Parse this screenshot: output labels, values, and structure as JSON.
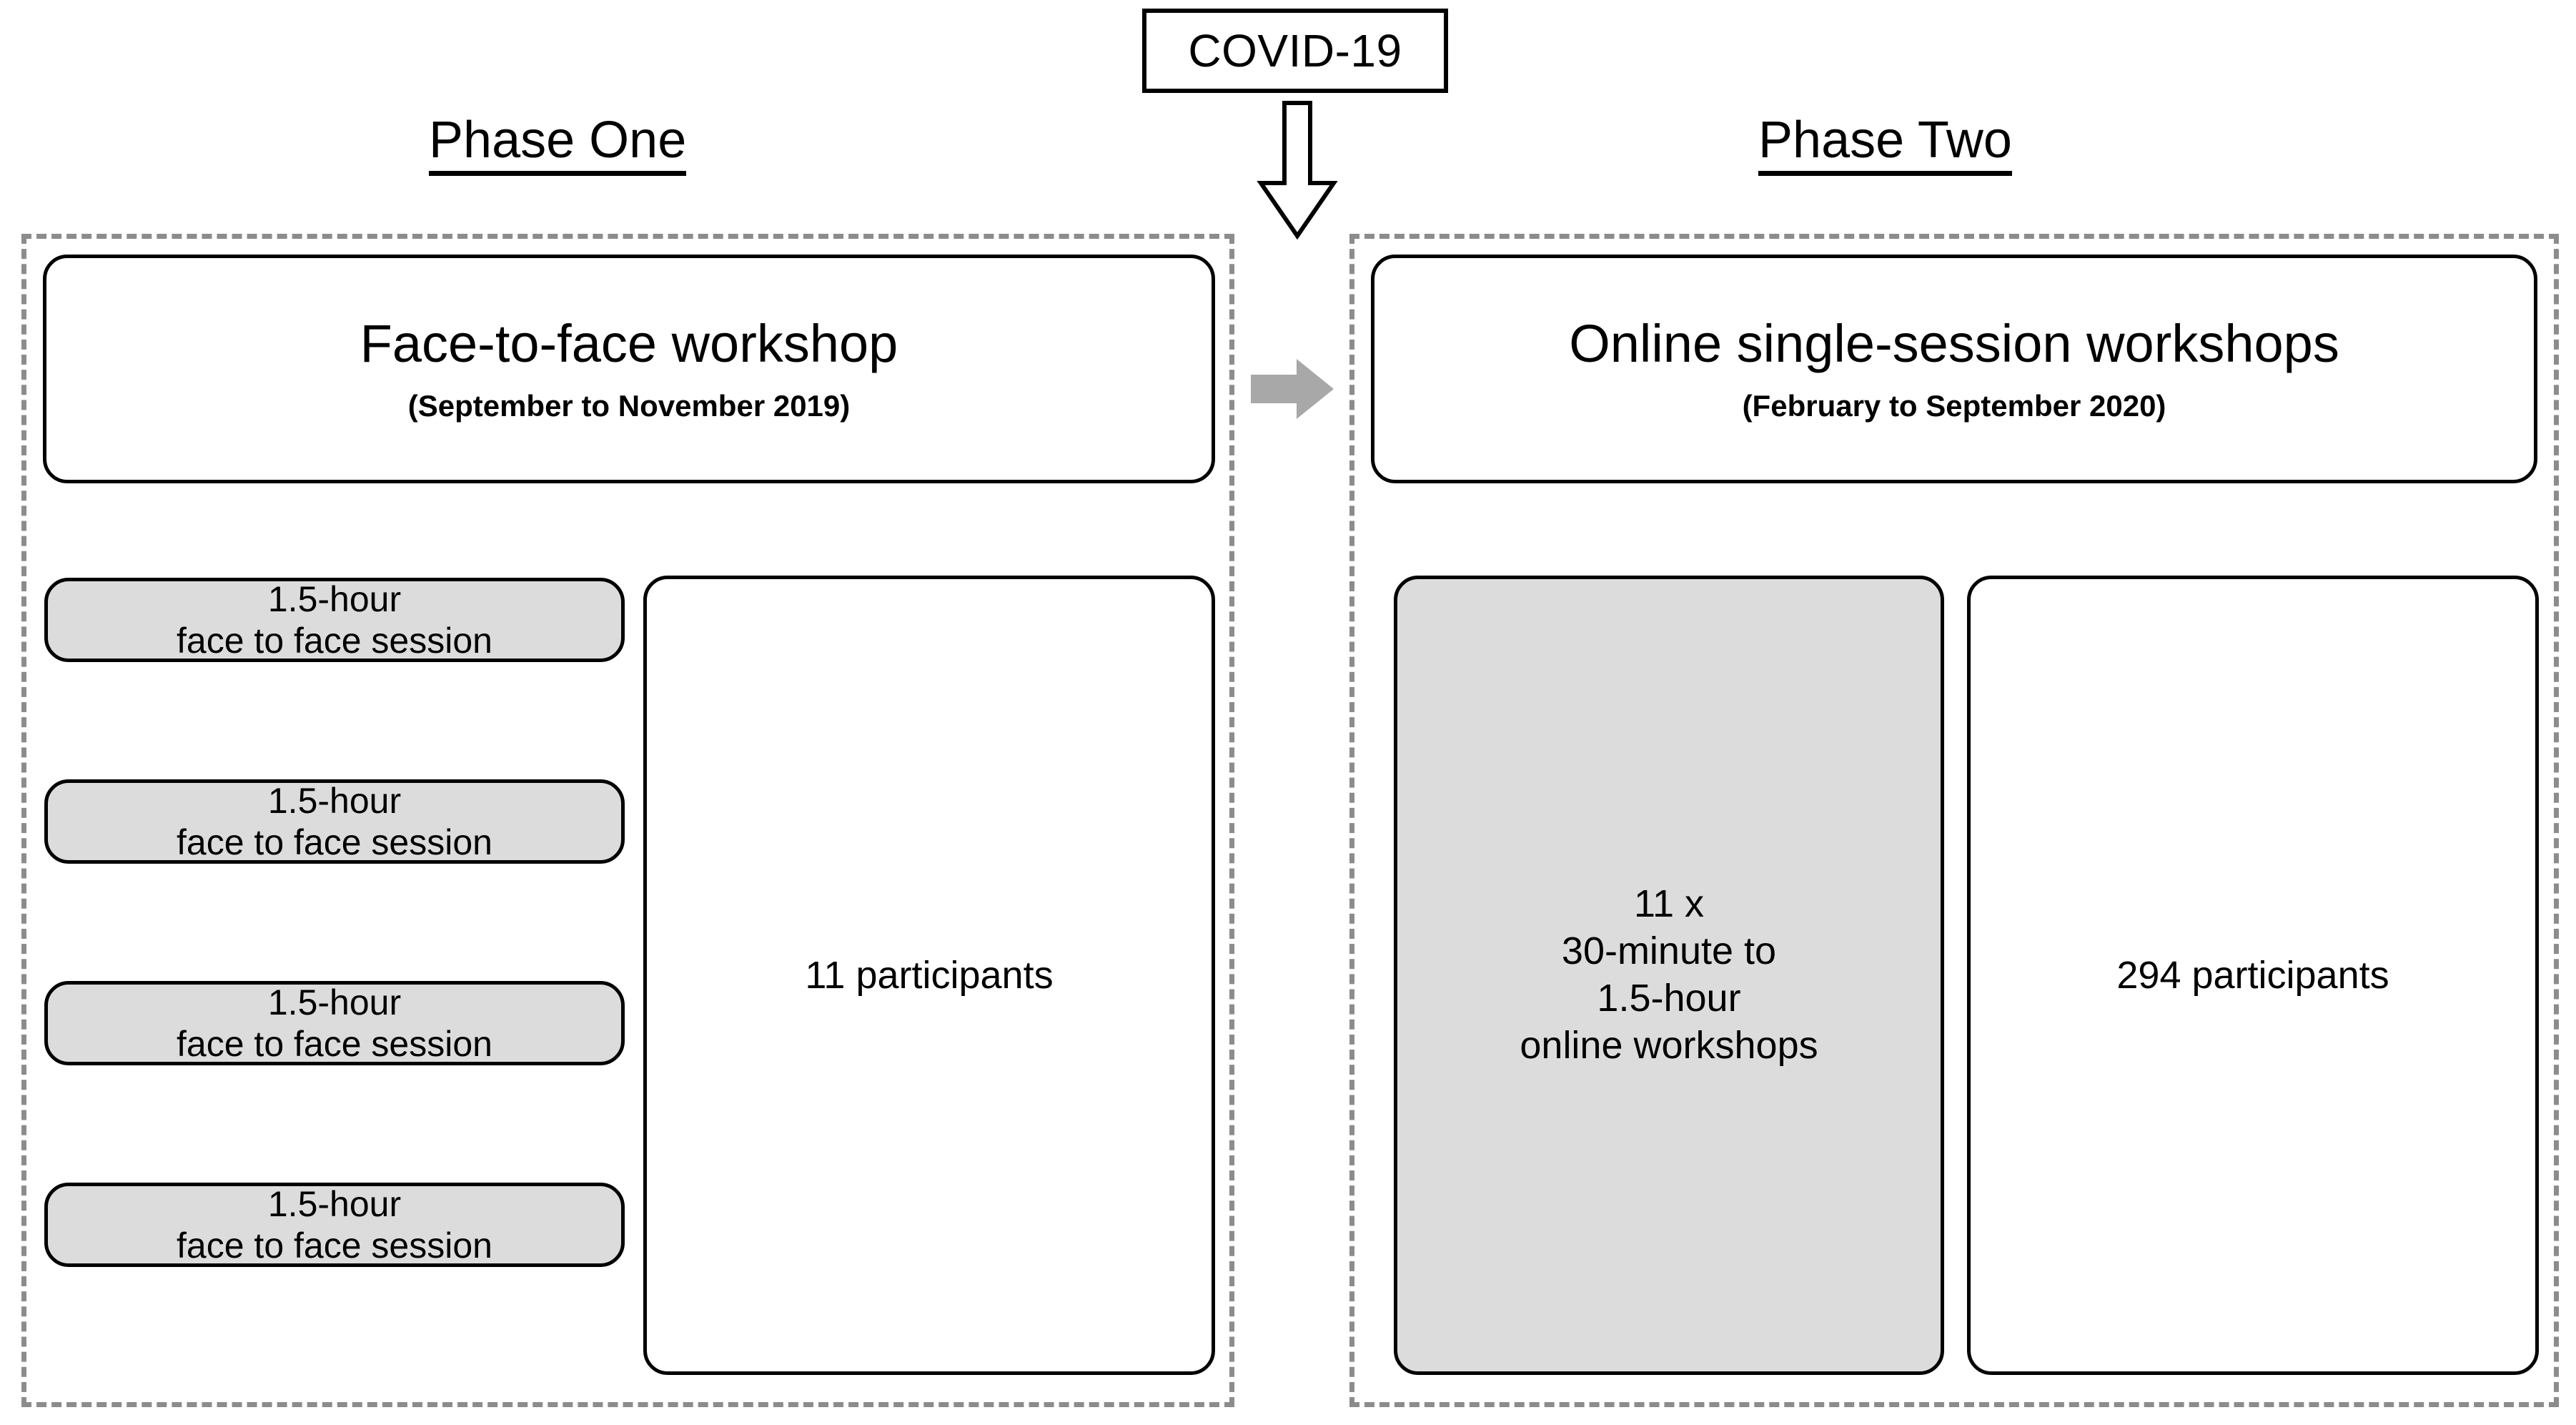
{
  "diagram": {
    "covid_label": "COVID-19",
    "transition_arrow_color": "#a8a8a8",
    "panel_border_color": "#8c8c8c",
    "session_fill_color": "#dcdcdc"
  },
  "phase_one": {
    "heading": "Phase One",
    "workshop": {
      "title": "Face-to-face workshop",
      "subtitle": "(September to November 2019)"
    },
    "sessions": [
      {
        "line1": "1.5-hour",
        "line2": "face to face session"
      },
      {
        "line1": "1.5-hour",
        "line2": "face to face session"
      },
      {
        "line1": "1.5-hour",
        "line2": "face to face session"
      },
      {
        "line1": "1.5-hour",
        "line2": "face to face session"
      }
    ],
    "participants": "11 participants"
  },
  "phase_two": {
    "heading": "Phase Two",
    "workshop": {
      "title": "Online single-session workshops",
      "subtitle": "(February to September 2020)"
    },
    "sessions_block": {
      "line1": "11 x",
      "line2": "30-minute to",
      "line3": "1.5-hour",
      "line4": "online workshops"
    },
    "participants": "294 participants"
  }
}
